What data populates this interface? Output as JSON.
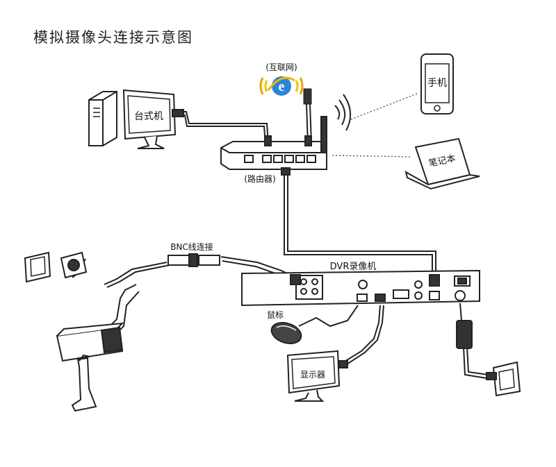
{
  "title": "模拟摄像头连接示意图",
  "labels": {
    "internet": "(互联网)",
    "desktop": "台式机",
    "phone": "手机",
    "laptop": "笔记本",
    "router": "(路由器)",
    "bnc": "BNC线连接",
    "dvr": "DVR录像机",
    "mouse": "鼠标",
    "monitor": "显示器"
  }
}
